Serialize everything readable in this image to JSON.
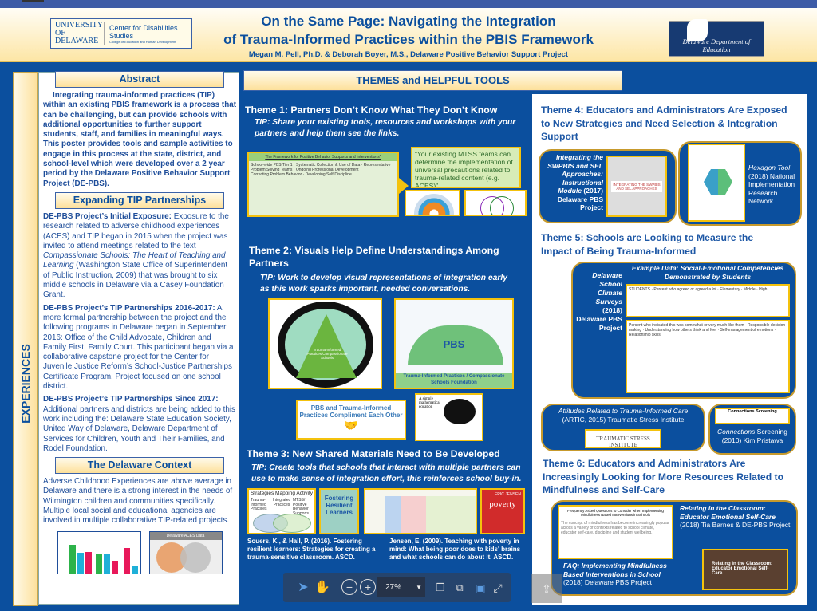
{
  "header": {
    "title_line1": "On the Same Page: Navigating the Integration",
    "title_line2": "of Trauma-Informed Practices within the PBIS Framework",
    "authors": "Megan M. Pell, Ph.D. & Deborah Boyer, M.S., Delaware Positive Behavior Support Project",
    "logo_left": {
      "university": "UNIVERSITY OF DELAWARE",
      "center": "Center for Disabilities Studies",
      "college": "College of Education and Human Development"
    },
    "logo_right": "Delaware Department of Education"
  },
  "left": {
    "side_label": "EXPERIENCES",
    "abstract": {
      "heading": "Abstract",
      "text": "Integrating trauma-informed practices (TIP) within an existing PBIS framework is a process that can be challenging, but can provide schools with additional opportunities to further support students, staff, and families in meaningful ways. This poster provides tools and sample activities to engage in this process at the state, district, and school-level which were developed over a 2 year period by the Delaware Positive Behavior Support Project (DE-PBS)."
    },
    "partnerships": {
      "heading": "Expanding TIP Partnerships",
      "items": [
        {
          "lead": "DE-PBS Project’s Initial Exposure:",
          "text": " Exposure to the research related to adverse childhood experiences (ACES) and TIP began in 2015 when the project was invited to attend meetings related to the text ",
          "italic": "Compassionate Schools: The Heart of Teaching and Learning",
          "tail": " (Washington State Office of Superintendent of Public Instruction, 2009) that was brought to six middle schools in Delaware via a Casey Foundation Grant."
        },
        {
          "lead": "DE-PBS Project’s TIP Partnerships 2016-2017:",
          "text": " A more formal partnership between the project and the following programs in Delaware began in September 2016: Office of the Child Advocate, Children and Family First, Family Court. This participant began via a collaborative capstone project for the Center for Juvenile Justice Reform’s School-Justice Partnerships Certificate Program. Project focused on one school district."
        },
        {
          "lead": "DE-PBS Project’s TIP Partnerships Since 2017:",
          "text": " Additional partners and districts are being added to this work including the: Delaware State Education Society, United Way of Delaware, Delaware Department of Services for Children, Youth and Their Families, and Rodel Foundation."
        }
      ]
    },
    "context": {
      "heading": "The Delaware Context",
      "text": "Adverse Childhood Experiences are above average in Delaware and there is a strong interest in the needs of Wilmington children and communities specifically. Multiple local social and educational agencies are involved in multiple collaborative TIP-related projects.",
      "venn_title": "Delaware ACES Data"
    }
  },
  "center": {
    "heading": "THEMES and HELPFUL TOOLS",
    "theme1": {
      "title": "Theme 1: Partners Don’t Know What They Don’t Know",
      "tip": "TIP: Share your existing tools, resources and workshops with your partners and help them see the links.",
      "framework_title": "The Framework for Positive Behavior Supports and Interventions*",
      "quote": "“Your existing MTSS teams can determine the implementation of universal precautions related to trauma-related content (e.g. ACES)”…"
    },
    "theme2": {
      "title": "Theme 2: Visuals Help Define Understandings Among Partners",
      "tip": "TIP: Work to develop visual representations of integration early as this work sparks important, needed  conversations.",
      "magnifier_label": "Trauma-Informed Practices/Compassionate Schools",
      "umbrella_label": "PBS",
      "umbrella_base": "Trauma-Informed Practices / Compassionate Schools Foundation",
      "compliment": "PBS and Trauma-Informed Practices Compliment Each Other",
      "equation": "A simple mathematical equation"
    },
    "theme3": {
      "title": "Theme 3: New Shared Materials Need to Be Developed",
      "tip": "TIP: Create tools that schools that interact with multiple partners can use to make sense of integration effort, this reinforces school  buy-in.",
      "mapping_title": "Strategies Mapping Activity",
      "mapping_labels": [
        "Trauma-Informed Practices",
        "Integrated Practices",
        "MTSS/ Positive Behavior Supports"
      ],
      "souers_cite": "Souers, K., & Hall, P. (2016). Fostering resilient learners: Strategies for creating a trauma-sensitive classroom. ASCD.",
      "book1": "Fostering Resilient Learners",
      "jensen_cite": "Jensen, E. (2009). Teaching with poverty in mind: What being poor does to kids' brains and what schools can do about it. ASCD.",
      "book2_author": "ERIC JENSEN",
      "book2_title": "poverty"
    }
  },
  "right": {
    "theme4": {
      "title": "Theme 4: Educators and Administrators Are Exposed to New Strategies and Need Selection & Integration Support",
      "module_italic": "Integrating the SWPBIS and SEL Approaches: Instructional Module",
      "module_rest": " (2017) Delaware PBS Project",
      "module_img": "INTEGRATING THE SWPBIS AND SEL APPROACHES",
      "hex_italic": "Hexagon Tool",
      "hex_rest": " (2018) National Implementation Research Network"
    },
    "theme5": {
      "title": "Theme 5: Schools are Looking to Measure the Impact of Being Trauma-Informed",
      "survey_italic": "Delaware School Climate Surveys",
      "survey_rest": " (2018) Delaware PBS Project",
      "example": "Example Data: Social-Emotional Competencies Demonstrated by Students",
      "artic_italic": "Attitudes Related to Trauma-Informed Care",
      "artic_rest": "(ARTIC, 2015) Traumatic  Stress Institute",
      "tsi_logo": "TRAUMATIC STRESS INSTITUTE",
      "conn_img": "Connections Screening",
      "conn_italic": "Connections",
      "conn_rest": " Screening (2010) Kim Pristawa"
    },
    "theme6": {
      "title": "Theme 6: Educators and Administrators Are Increasingly Looking for More Resources Related to Mindfulness and Self-Care",
      "faq_img": "Frequently Asked Questions to Consider when Implementing Mindfulness Based Interventions in Schools",
      "faq_italic": "FAQ: Implementing Mindfulness Based Interventions in School",
      "faq_rest": " (2018) Delaware PBS Project",
      "relating_italic": "Relating in the Classroom: Educator Emotional Self-Care",
      "relating_rest": " (2018) Tia Barnes & DE-PBS Project",
      "video_title": "Relating in the Classroom: Educator Emotional Self-Care"
    }
  },
  "viewer": {
    "zoom": "27%",
    "icons": [
      "pointer-icon",
      "hand-icon",
      "zoom-out-icon",
      "zoom-in-icon",
      "zoom-dropdown-icon",
      "page-icon",
      "two-page-icon",
      "fit-page-icon",
      "fullscreen-icon",
      "upload-icon"
    ]
  },
  "colors": {
    "poster_blue": "#0b4f9e",
    "accent_gold": "#f4c20d",
    "header_cream": "#fde6a6"
  }
}
